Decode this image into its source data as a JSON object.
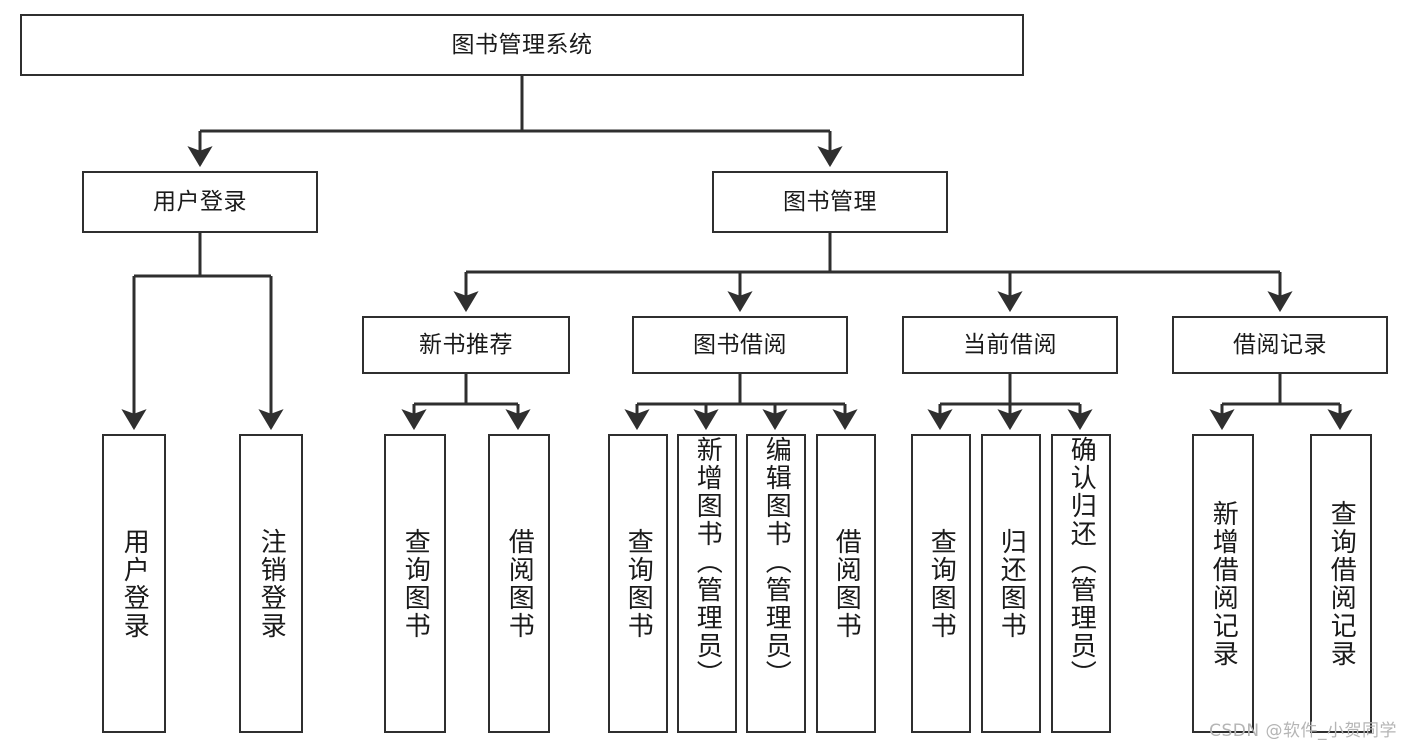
{
  "diagram": {
    "title": "图书管理系统",
    "watermark": "CSDN @软件_小贺同学",
    "colors": {
      "box_border": "#2f2f2f",
      "box_fill": "#ffffff",
      "edge": "#2f2f2f",
      "text": "#1a1a1a",
      "watermark": "#b5b5b5",
      "background": "#ffffff"
    },
    "root": {
      "label": "图书管理系统"
    },
    "level2": [
      {
        "label": "用户登录"
      },
      {
        "label": "图书管理"
      }
    ],
    "level3": [
      {
        "label": "新书推荐"
      },
      {
        "label": "图书借阅"
      },
      {
        "label": "当前借阅"
      },
      {
        "label": "借阅记录"
      }
    ],
    "leaves": {
      "user_login": [
        {
          "label": "用户登录"
        },
        {
          "label": "注销登录"
        }
      ],
      "new_book_recommend": [
        {
          "label": "查询图书"
        },
        {
          "label": "借阅图书"
        }
      ],
      "book_borrow": [
        {
          "label": "查询图书"
        },
        {
          "label": "新增图书（管理员）"
        },
        {
          "label": "编辑图书（管理员）"
        },
        {
          "label": "借阅图书"
        }
      ],
      "current_borrow": [
        {
          "label": "查询图书"
        },
        {
          "label": "归还图书"
        },
        {
          "label": "确认归还（管理员）"
        }
      ],
      "borrow_record": [
        {
          "label": "新增借阅记录"
        },
        {
          "label": "查询借阅记录"
        }
      ]
    }
  }
}
